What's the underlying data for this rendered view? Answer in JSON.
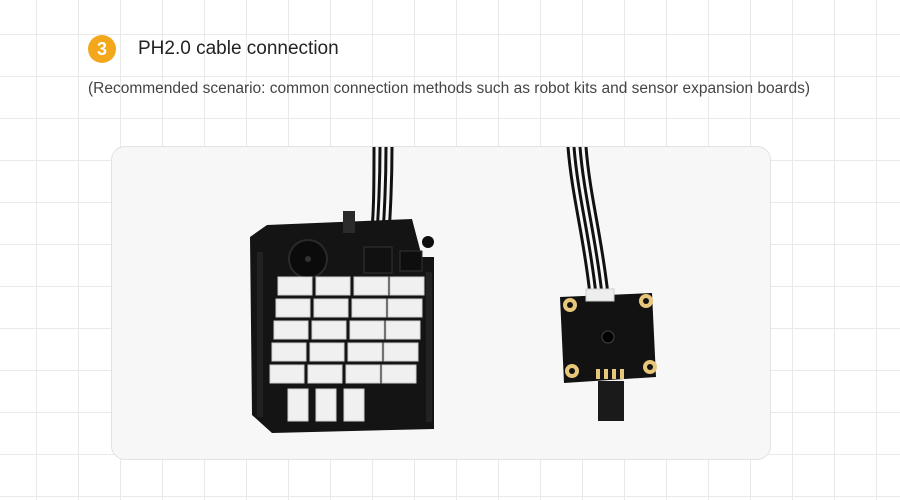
{
  "step": {
    "number": "3",
    "title": "PH2.0 cable connection",
    "badge_color": "#f3a81c"
  },
  "scenario_text": "(Recommended scenario: common connection methods such as robot kits and sensor expansion boards)",
  "photo": {
    "subject": "expansion-board-and-sensor-module-photo"
  }
}
